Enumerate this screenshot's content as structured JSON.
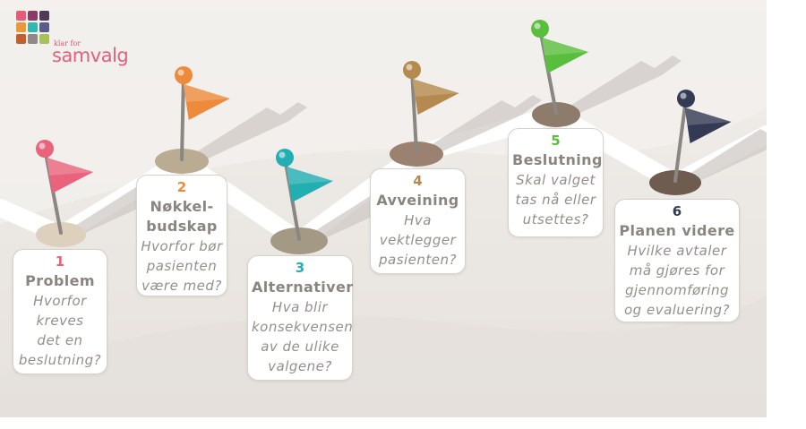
{
  "logo": {
    "small_text": "klar for",
    "big_text": "samvalg",
    "tile_colors": [
      "#e75b7a",
      "#8a3b68",
      "#4f3b57",
      "#e89a3a",
      "#2fb8b0",
      "#5c5b8a",
      "#c06030",
      "#8e8a8a",
      "#a8c05a"
    ]
  },
  "colors": {
    "path": "#ffffff",
    "shadow": "#cfcac5",
    "card_border": "#d8d2cc",
    "text": "#8b8580"
  },
  "steps": [
    {
      "number": "1",
      "title": "Problem",
      "question": "Hvorfor\nkreves\ndet en\nbeslutning?",
      "color": "#e9637c",
      "base_color": "#ddd0bd",
      "flag": "pink"
    },
    {
      "number": "2",
      "title": "Nøkkel-\nbudskap",
      "question": "Hvorfor bør\npasienten\nvære med?",
      "color": "#ee8a3c",
      "base_color": "#b9ac93",
      "flag": "orange"
    },
    {
      "number": "3",
      "title": "Alternativer",
      "question": "Hva blir\nkonsekvensen\nav de ulike\nvalgene?",
      "color": "#23aeb2",
      "base_color": "#a39985",
      "flag": "teal"
    },
    {
      "number": "4",
      "title": "Avveining",
      "question": "Hva\nvektlegger\npasienten?",
      "color": "#b48a4e",
      "base_color": "#9b8270",
      "flag": "bronze"
    },
    {
      "number": "5",
      "title": "Beslutning",
      "question": "Skal valget\ntas nå eller\nutsettes?",
      "color": "#59bd3e",
      "base_color": "#8d7b6b",
      "flag": "green"
    },
    {
      "number": "6",
      "title": "Planen videre",
      "question": "Hvilke avtaler\nmå gjøres for\ngjennomføring\nog evaluering?",
      "color": "#343a54",
      "base_color": "#6e5c50",
      "flag": "purple"
    }
  ]
}
